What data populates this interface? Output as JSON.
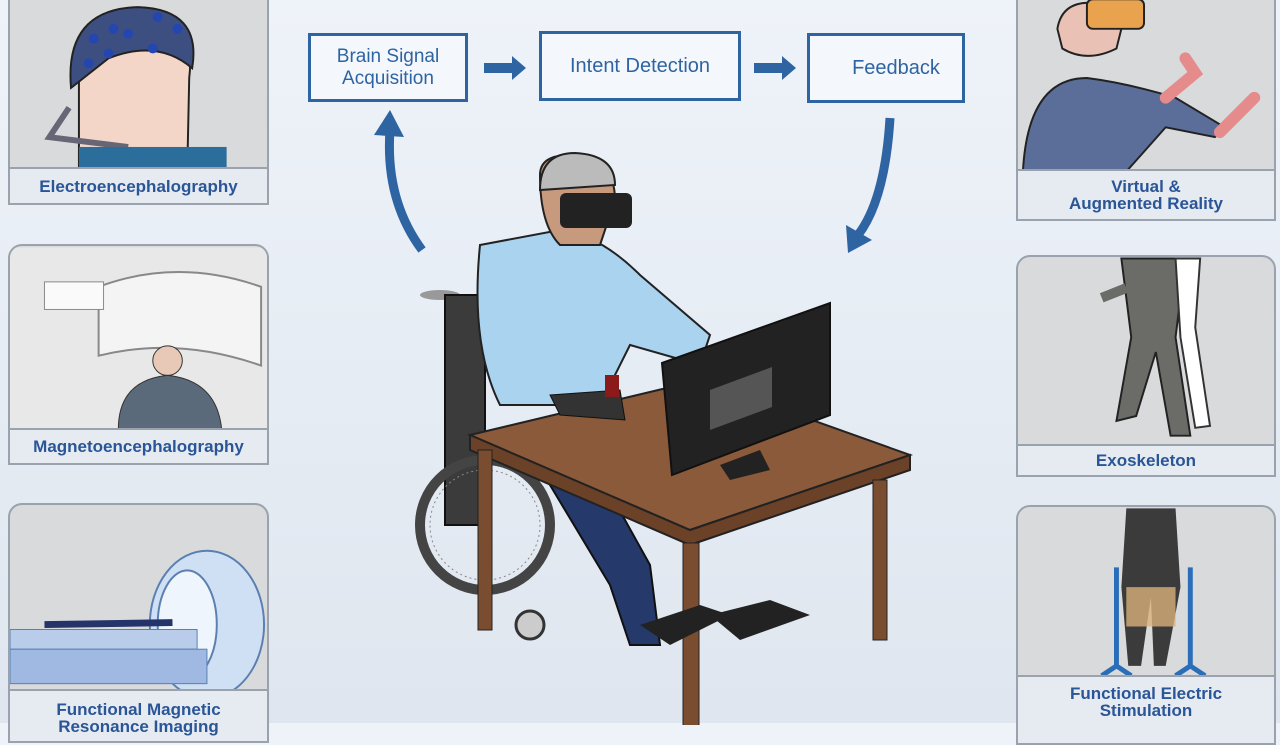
{
  "flow": {
    "step1": "Brain Signal Acquisition",
    "step2": "Intent Detection",
    "step3": "Feedback"
  },
  "left_panels": [
    {
      "label": "Electroencephalography"
    },
    {
      "label": "Magnetoencephalography"
    },
    {
      "label": "Functional Magnetic Resonance Imaging"
    }
  ],
  "right_panels": [
    {
      "label": "Virtual & Augmented Reality"
    },
    {
      "label": "Exoskeleton"
    },
    {
      "label": "Functional Electric Stimulation"
    }
  ],
  "colors": {
    "accent": "#2f64a3",
    "label_bg": "#e6ebf2"
  }
}
